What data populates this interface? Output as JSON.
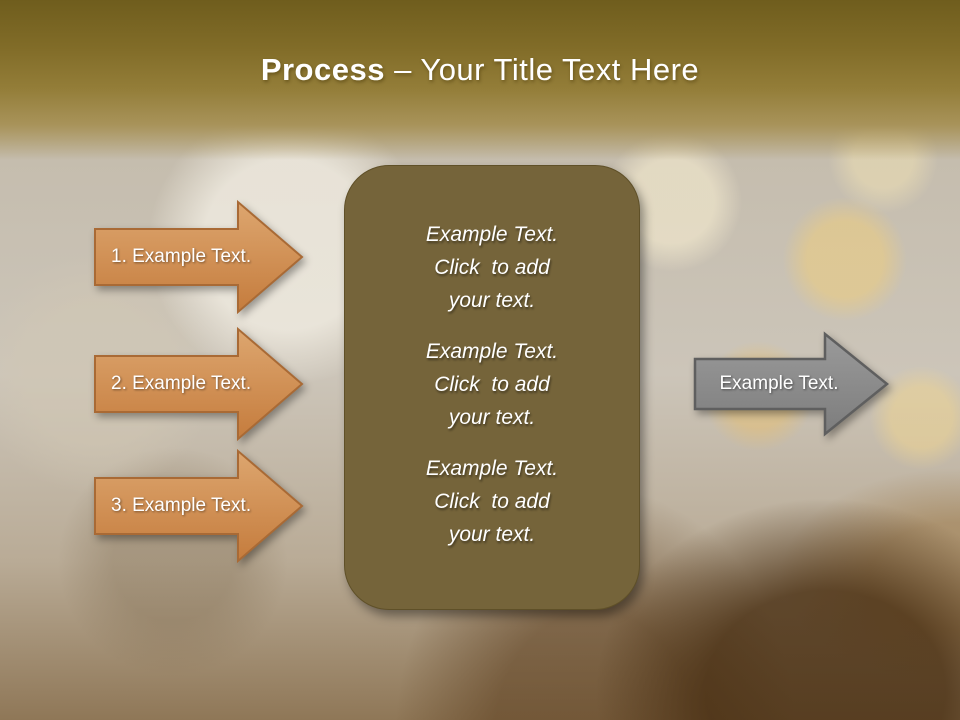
{
  "title": {
    "bold": "Process",
    "rest": " – Your Title Text Here"
  },
  "colors": {
    "banner_gold": "#8a7530",
    "arrow_orange": "#cf8d52",
    "arrow_orange_border": "#a96a35",
    "arrow_gray": "#8a8a8a",
    "arrow_gray_border": "#5f5f5f",
    "center_box_olive": "#75643a",
    "text_white": "#ffffff"
  },
  "left_arrows": {
    "items": [
      {
        "label": "1. Example Text."
      },
      {
        "label": "2. Example Text."
      },
      {
        "label": "3. Example Text."
      }
    ]
  },
  "center_box": {
    "items": [
      {
        "l1": "Example Text.",
        "l2": "Click  to add",
        "l3": "your text."
      },
      {
        "l1": "Example Text.",
        "l2": "Click  to add",
        "l3": "your text."
      },
      {
        "l1": "Example Text.",
        "l2": "Click  to add",
        "l3": "your text."
      }
    ]
  },
  "right_arrow": {
    "label": "Example Text."
  }
}
